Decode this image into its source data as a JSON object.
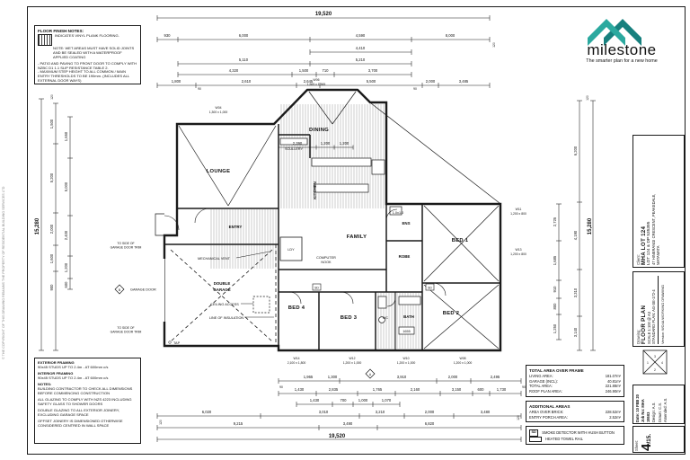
{
  "logo": {
    "word": "milestone",
    "tagline": "The smarter plan for a new home",
    "teal": "#2BA99F",
    "teal_dark": "#17807E",
    "gray": "#97999B"
  },
  "copyright": "© THE COPYRIGHT OF THIS DRAWING REMAINS THE PROPERTY OF RESIDENTIAL BUILDING SERVICES LTD",
  "floor_finish": {
    "title": "FLOOR FINISH NOTES:",
    "swatch": "INDICATES VINYL PLANK FLOORING.",
    "wet": "NOTE: WET AREAS MUST HAVE SOLID JOINTS AND BE SEALED WITH A WATERPROOF APPLIED COATING",
    "patio": "- PATIO AND PAVING TO FRONT DOOR TO COMPLY WITH NZBC D1 1.1 SLIP RESISTANCE TABLE 2.",
    "step": "- MAXIMUM STEP HEIGHT TO ALL COMMON / MAIN ENTRY THRESHOLDS TO BE 190mm. (INCLUDES ALL EXTERNAL DOOR WAYS)"
  },
  "framing": {
    "l1": "EXTERIOR FRAMING",
    "l2": "90x45 STUDS UP TO 2.4m - AT 600mm c/s",
    "l3": "INTERIOR FRAMING",
    "l4": "90x45 STUDS UP TO 2.4m - AT 600mm c/s",
    "l5": "NOTES:",
    "l6": "BUILDING CONTRACTOR TO CHECK ALL DIMENSIONS BEFORE COMMENCING CONSTRUCTION",
    "l7": "ALL GLAZING TO COMPLY WITH NZS 4223 INCLUDING SAFETY GLASS TO SHOWER DOORS",
    "l8": "DOUBLE GLAZING TO ALL EXTERIOR JOINERY, EXCLUDING GARAGE SPACE",
    "l9": "OFFSET JOINERY IS DIMENSIONED OTHERWISE CONSIDERED CENTRED IN WALL SPACE"
  },
  "areas": {
    "t1": "TOTAL AREA OVER FRAME",
    "r1l": "LIVING AREA:",
    "r1v": "181.07m²",
    "r2l": "GARAGE (INCL):",
    "r2v": "40.81m²",
    "r3l": "TOTAL AREA:",
    "r3v": "221.88m²",
    "r4l": "ROOF PLAN AREA:",
    "r4v": "246.90m²",
    "t2": "ADDITIONAL AREAS",
    "a1l": "AREA OVER BRICK:",
    "a1v": "228.52m²",
    "a2l": "ENTRY PORCH AREA:",
    "a2v": "2.52m²",
    "sd_key": "SD",
    "sd_text": "SMOKE DETECTOR WITH HUSH BUTTON",
    "htr_text": "HEATED TOWEL RAIL"
  },
  "rooms": {
    "lounge": "LOUNGE",
    "dining": "DINING",
    "scullery": "SCULLERY",
    "kitchen": "KITCHEN",
    "entry": "ENTRY",
    "family": "FAMILY",
    "ens": "ENS",
    "robe": "ROBE",
    "bed1": "BED 1",
    "bed2": "BED 2",
    "bed3": "BED 3",
    "bed4": "BED 4",
    "wc": "WC",
    "bath": "BATH",
    "ldy": "LDY",
    "garage1": "DOUBLE",
    "garage2": "GARAGE",
    "nook1": "COMPUTER",
    "nook2": "NOOK"
  },
  "plan": {
    "mech_vent": "MECHANICAL VENT",
    "ceiling_access": "CEILING ACCESS",
    "insulation": "LINE OF INSULATION",
    "garage_door": "GARAGE DOOR",
    "trim_a": "TO SIDE OF",
    "trim_b": "GARAGE DOOR TRIM",
    "tap": "TAP",
    "sd": "SD",
    "shower": "1.0x1.0",
    "hwc": "1655",
    "mark_a": "A",
    "mark_b": "B"
  },
  "windows": {
    "t1tag": "W04",
    "t1size": "1,300 x 1,000",
    "t2tag": "W06",
    "t2size": "1,565 x 1,565",
    "r1tag": "W11",
    "r1size": "1,200 x 800",
    "r2tag": "W13",
    "r2size": "1,200 x 800",
    "b1tag": "W14",
    "b1size": "2,100 x 1,800",
    "b2tag": "W12",
    "b2size": "1,200 x 1,000",
    "b3tag": "W10",
    "b3size": "1,200 x 1,000",
    "b4tag": "W08",
    "b4size": "1,200 x 1,000"
  },
  "dims": {
    "m90": "90",
    "m120": "120",
    "top_overall": "19,520",
    "t1a": "930",
    "t1b": "6,000",
    "t1c": "4,590",
    "t1d": "8,000",
    "t2a": "4,410",
    "t3a": "5,110",
    "t3b": "5,210",
    "t4a": "4,320",
    "t4b": "1,500",
    "t4c": "710",
    "t4d": "3,700",
    "t5a": "1,800",
    "t5b": "2,610",
    "t5c": "2,645",
    "t5d": "5,500",
    "t5e": "2,000",
    "t5f": "3,485",
    "k1": "2,390",
    "k2": "1,200",
    "k3": "1,200",
    "b1a": "1,965",
    "b1b": "1,300",
    "b1c": "3,910",
    "b1d": "2,000",
    "b1e": "2,495",
    "b2a": "1,430",
    "b2b": "2,835",
    "b2c": "1,765",
    "b2d": "2,160",
    "b2e": "3,150",
    "b2f": "600",
    "b2g": "1,730",
    "b3a": "1,430",
    "b3b": "700",
    "b3c": "1,000",
    "b3d": "1,070",
    "b4a": "6,020",
    "b4b": "3,010",
    "b4c": "3,210",
    "b4d": "2,000",
    "b4e": "3,480",
    "b5a": "9,215",
    "b5b": "3,490",
    "b5c": "6,820",
    "bottom_overall": "19,520",
    "left_overall": "15,280",
    "lf1a": "1,500",
    "lf1b": "5,200",
    "lf1c": "2,000",
    "lf1d": "1,600",
    "lf1e": "900",
    "lf2a": "1,650",
    "lf2b": "5,000",
    "lf2c": "2,400",
    "lf2d": "1,200",
    "lf2e": "600",
    "right_overall": "15,280",
    "rt1a": "6,200",
    "rt1b": "4,190",
    "rt1c": "3,310",
    "rt1d": "3,140",
    "rt2a": "2,725",
    "rt2b": "1,685",
    "rt2c": "910",
    "rt2d": "800",
    "rt2e": "1,250"
  },
  "title_block": {
    "client_label": "Client:",
    "client_name": "MHA LOT 124",
    "client_l2": "LOT 124 & DP 535395",
    "client_l3": "47 HINERANGI CRESCENT, PEAKEDALE,",
    "client_l4": "MATAMATA",
    "drawing_label": "Drawing:",
    "drawing_name": "FLOOR PLAN",
    "drawing_scale": "SCALE 1:100 @ A3",
    "drawing_std": "STANDARD PLAN: AG-SE-172-4",
    "version_line": "Version: WD4A WORKING DRAWING",
    "date_line": "Date:  10 FEB 20",
    "job_line": "Job No:  MHA 19503",
    "design_line": "Design:  A.S.",
    "drawn_line": "Drawn:  C.S.",
    "amended_line": "Amended:  A.S.",
    "sheet_label": "Sheet:",
    "sheet_no": "4",
    "sheet_of": "/15.",
    "c_top": "3",
    "c_left": "1",
    "c_right": "4",
    "c_bottom": "2"
  }
}
